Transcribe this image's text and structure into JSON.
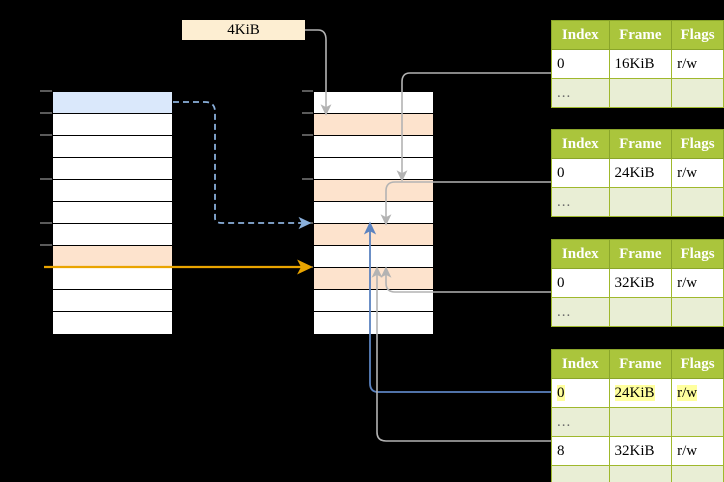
{
  "diagram": {
    "title": "page-table-walk",
    "size_label": {
      "text": "4KiB"
    },
    "colors": {
      "header_green": "#aac53c",
      "ellipsis_row": "#e9eed5",
      "highlight_yellow": "#ffff9e",
      "row_blue": "#dae8fb",
      "row_peach": "#fde3cd",
      "arrow_blue": "#5b83c0",
      "arrow_orange": "#e9a400",
      "arrow_gray": "#b3b3b3",
      "dashed_blue": "#8ab0dc"
    },
    "virtual_column": {
      "name": "virtual-address-space",
      "row_count": 11,
      "rows": [
        {
          "fill": "blue"
        },
        {
          "fill": "white"
        },
        {
          "fill": "white"
        },
        {
          "fill": "white"
        },
        {
          "fill": "white"
        },
        {
          "fill": "white"
        },
        {
          "fill": "white"
        },
        {
          "fill": "peach"
        },
        {
          "fill": "white"
        },
        {
          "fill": "white"
        },
        {
          "fill": "white"
        }
      ]
    },
    "physical_column": {
      "name": "physical-memory",
      "row_count": 11,
      "rows": [
        {
          "fill": "white"
        },
        {
          "fill": "peach"
        },
        {
          "fill": "white"
        },
        {
          "fill": "white"
        },
        {
          "fill": "peach"
        },
        {
          "fill": "white"
        },
        {
          "fill": "peach"
        },
        {
          "fill": "white"
        },
        {
          "fill": "peach"
        },
        {
          "fill": "white"
        },
        {
          "fill": "white"
        }
      ]
    },
    "page_tables": [
      {
        "name": "page-table-1",
        "headers": [
          "Index",
          "Frame",
          "Flags"
        ],
        "rows": [
          {
            "type": "data",
            "index": "0",
            "frame": "16KiB",
            "flags": "r/w",
            "highlight": false
          },
          {
            "type": "ellipsis",
            "index": "...",
            "frame": "",
            "flags": "",
            "highlight": false
          }
        ]
      },
      {
        "name": "page-table-2",
        "headers": [
          "Index",
          "Frame",
          "Flags"
        ],
        "rows": [
          {
            "type": "data",
            "index": "0",
            "frame": "24KiB",
            "flags": "r/w",
            "highlight": false
          },
          {
            "type": "ellipsis",
            "index": "...",
            "frame": "",
            "flags": "",
            "highlight": false
          }
        ]
      },
      {
        "name": "page-table-3",
        "headers": [
          "Index",
          "Frame",
          "Flags"
        ],
        "rows": [
          {
            "type": "data",
            "index": "0",
            "frame": "32KiB",
            "flags": "r/w",
            "highlight": false
          },
          {
            "type": "ellipsis",
            "index": "...",
            "frame": "",
            "flags": "",
            "highlight": false
          }
        ]
      },
      {
        "name": "page-table-4",
        "headers": [
          "Index",
          "Frame",
          "Flags"
        ],
        "rows": [
          {
            "type": "data",
            "index": "0",
            "frame": "24KiB",
            "flags": "r/w",
            "highlight": true
          },
          {
            "type": "ellipsis",
            "index": "...",
            "frame": "",
            "flags": "",
            "highlight": false
          },
          {
            "type": "data",
            "index": "8",
            "frame": "32KiB",
            "flags": "r/w",
            "highlight": false
          },
          {
            "type": "ellipsis",
            "index": "...",
            "frame": "",
            "flags": "",
            "highlight": false
          }
        ]
      }
    ]
  }
}
